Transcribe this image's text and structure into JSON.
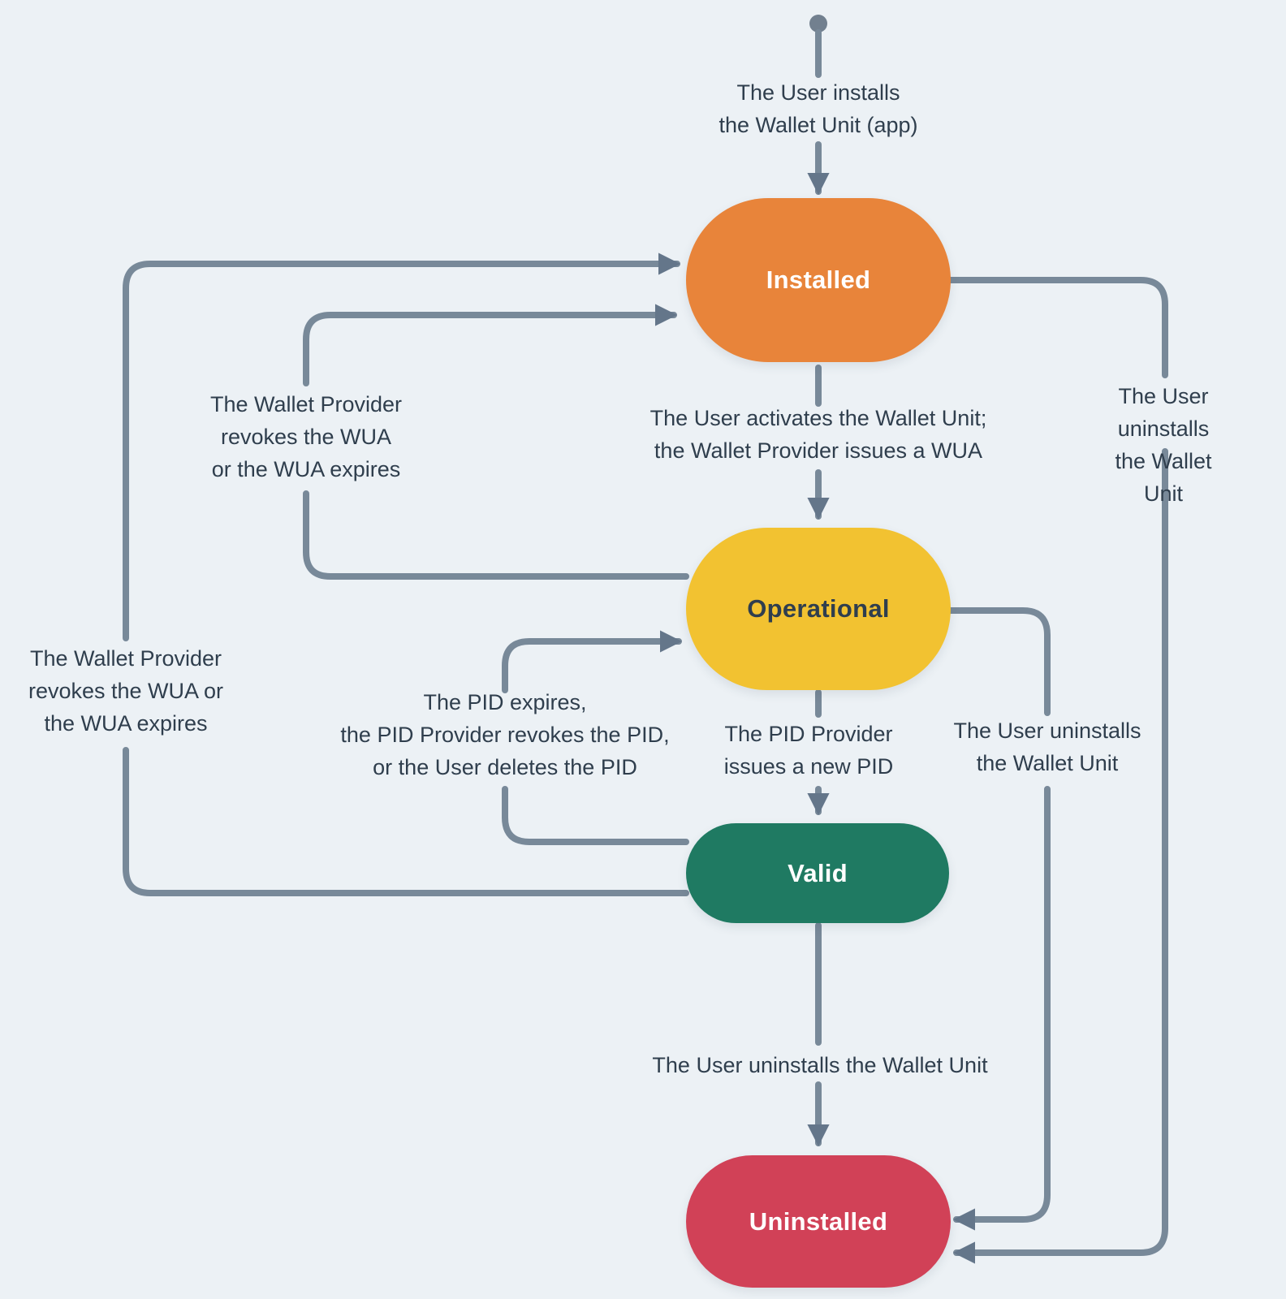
{
  "diagram": {
    "type": "state-diagram",
    "background_color": "#ECF1F5",
    "connector_color": "#788999",
    "arrowhead_color": "#64768A",
    "label_text_color": "#2F3E4D",
    "nodes": {
      "installed": {
        "label": "Installed",
        "fill": "#E8843A",
        "text_color": "#FFFFFF"
      },
      "operational": {
        "label": "Operational",
        "fill": "#F2C231",
        "text_color": "#2F3E4E"
      },
      "valid": {
        "label": "Valid",
        "fill": "#1F7A62",
        "text_color": "#FFFFFF"
      },
      "uninstalled": {
        "label": "Uninstalled",
        "fill": "#D14157",
        "text_color": "#FFFFFF"
      }
    },
    "edges": {
      "install": {
        "from": "start",
        "to": "installed",
        "label": "The User installs\nthe Wallet Unit (app)"
      },
      "activate": {
        "from": "installed",
        "to": "operational",
        "label": "The User activates the Wallet Unit;\nthe Wallet Provider issues a WUA"
      },
      "issue_new_pid": {
        "from": "operational",
        "to": "valid",
        "label": "The PID Provider\nissues a new PID"
      },
      "pid_expires": {
        "from": "valid",
        "to": "operational",
        "label": "The PID expires,\nthe PID Provider revokes the PID,\nor the User deletes the PID"
      },
      "wua_revoked_operational": {
        "from": "operational",
        "to": "installed",
        "label": "The Wallet Provider\nrevokes the WUA\nor the WUA expires"
      },
      "wua_revoked_valid": {
        "from": "valid",
        "to": "installed",
        "label": "The Wallet Provider\nrevokes the WUA or\nthe WUA expires"
      },
      "uninstall_from_installed": {
        "from": "installed",
        "to": "uninstalled",
        "label": "The User uninstalls\nthe Wallet Unit"
      },
      "uninstall_from_operational": {
        "from": "operational",
        "to": "uninstalled",
        "label": "The User uninstalls\nthe Wallet Unit"
      },
      "uninstall_from_valid": {
        "from": "valid",
        "to": "uninstalled",
        "label": "The User uninstalls the Wallet Unit"
      }
    }
  }
}
